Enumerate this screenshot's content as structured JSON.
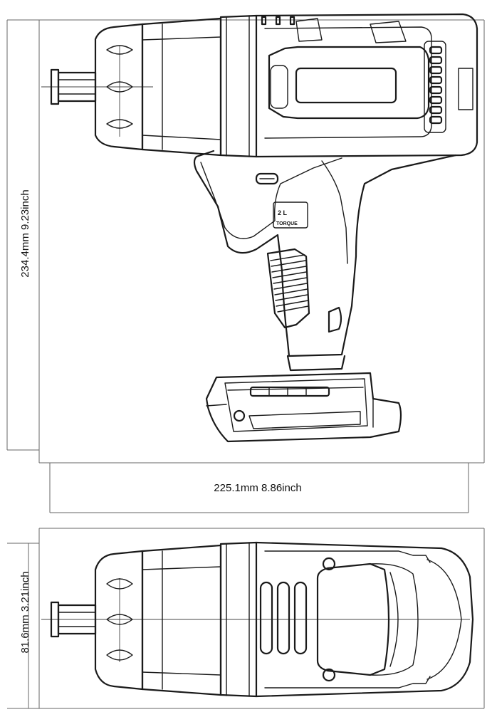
{
  "dimensions": {
    "height_label": "234.4mm 9.23inch",
    "length_label": "225.1mm 8.86inch",
    "width_label": "81.6mm 3.21inch"
  },
  "tool_markings": {
    "speed_label": "2 L",
    "torque_label": "TORQUE"
  },
  "colors": {
    "line": "#1a1a1a",
    "dimension_line": "#666666",
    "background": "#ffffff"
  }
}
